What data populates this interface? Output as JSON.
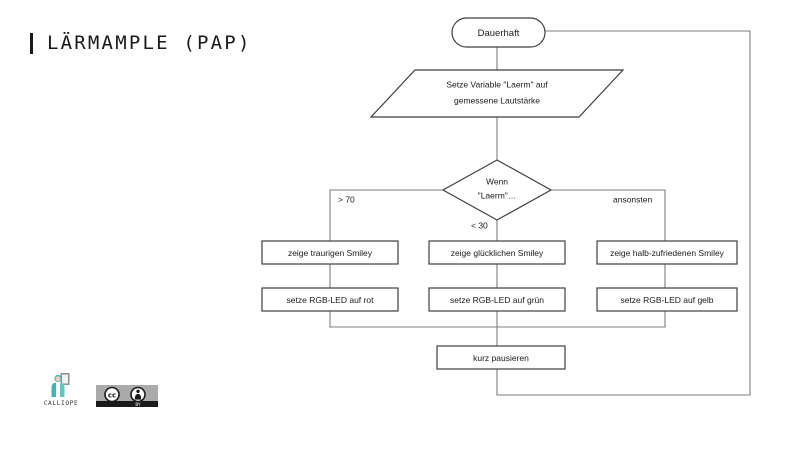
{
  "slide": {
    "title": "LÄRMAMPLE (PAP)",
    "background_color": "#ffffff",
    "text_color": "#1a1a1a",
    "edge_color": "#7f7f7f",
    "node_border_color": "#3f3f3f"
  },
  "flowchart": {
    "type": "flowchart",
    "start": {
      "label": "Dauerhaft",
      "shape": "rounded-rectangle"
    },
    "process": {
      "label_line1": "Setze Variable \"Laerm\" auf",
      "label_line2": "gemessene Lautstärke",
      "shape": "parallelogram"
    },
    "decision": {
      "label_line1": "Wenn",
      "label_line2": "\"Laerm\"…",
      "shape": "diamond"
    },
    "branches": [
      {
        "condition": "> 70",
        "smiley_action": "zeige traurigen Smiley",
        "led_action": "setze RGB-LED auf rot"
      },
      {
        "condition": "< 30",
        "smiley_action": "zeige glücklichen Smiley",
        "led_action": "setze RGB-LED auf grün"
      },
      {
        "condition": "ansonsten",
        "smiley_action": "zeige halb-zufriedenen Smiley",
        "led_action": "setze RGB-LED auf gelb"
      }
    ],
    "pause": {
      "label": "kurz pausieren",
      "shape": "rectangle"
    },
    "loop_back_to": "Dauerhaft"
  },
  "footer": {
    "calliope": {
      "wordmark": "CALLIOPE",
      "mark_colors": [
        "#3fb7b0",
        "#8c9196",
        "#ffffff"
      ]
    },
    "creative_commons": {
      "license": "CC BY",
      "cc_glyph": "cc",
      "by_glyph": "BY",
      "background_color": "#aaaaaa"
    }
  }
}
